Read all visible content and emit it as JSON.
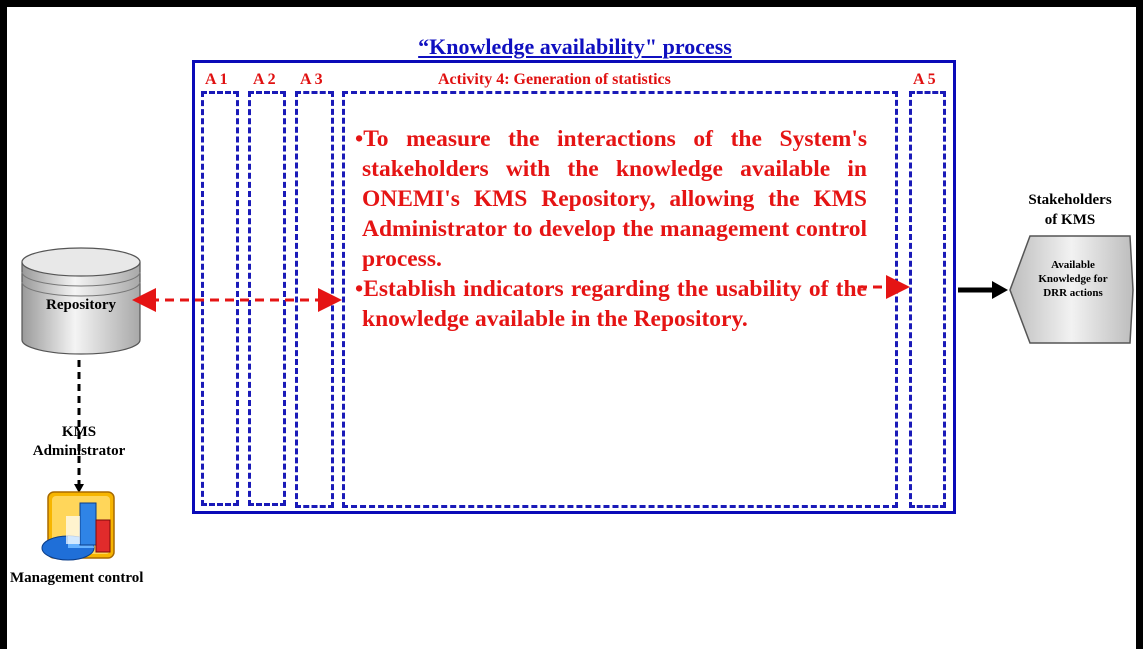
{
  "process": {
    "title": "“Knowledge availability\" process",
    "activities": {
      "a1": "A 1",
      "a2": "A 2",
      "a3": "A 3",
      "a4": "Activity 4: Generation of statistics",
      "a5": "A 5"
    },
    "bullets": [
      "•To measure the interactions of the System's stakeholders with the knowledge available in ONEMI's KMS Repository, allowing the KMS Administrator to develop the management control process.",
      "•Establish indicators regarding the usability of the knowledge available in the Repository."
    ]
  },
  "repository": {
    "label": "Repository"
  },
  "administrator": {
    "label_line1": "KMS",
    "label_line2": "Administrator"
  },
  "management_control": {
    "label": "Management control"
  },
  "stakeholders": {
    "title_line1": "Stakeholders",
    "title_line2": "of KMS",
    "shape_line1": "Available",
    "shape_line2": "Knowledge for",
    "shape_line3": "DRR actions"
  },
  "colors": {
    "process_border": "#0a0ab8",
    "lane_dash": "#1a1ab8",
    "accent_text": "#e01010",
    "arrow_red": "#e51414"
  }
}
